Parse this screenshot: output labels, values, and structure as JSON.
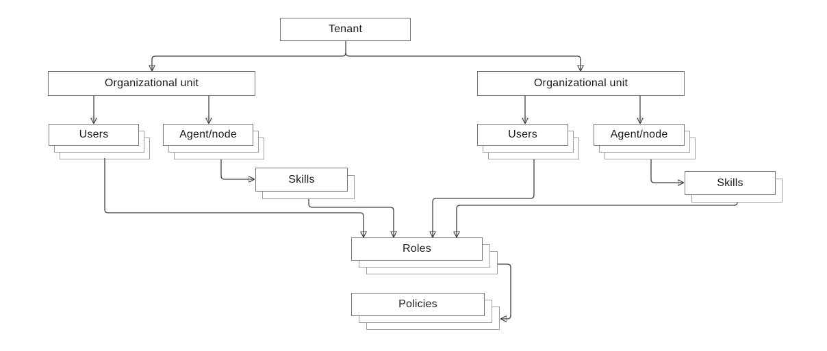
{
  "diagram": {
    "type": "hierarchy-diagram",
    "nodes": {
      "tenant": {
        "label": "Tenant",
        "stacked": false
      },
      "org_unit_left": {
        "label": "Organizational unit",
        "stacked": false
      },
      "org_unit_right": {
        "label": "Organizational unit",
        "stacked": false
      },
      "users_left": {
        "label": "Users",
        "stacked": true
      },
      "agent_node_left": {
        "label": "Agent/node",
        "stacked": true
      },
      "skills_left": {
        "label": "Skills",
        "stacked": true
      },
      "users_right": {
        "label": "Users",
        "stacked": true
      },
      "agent_node_right": {
        "label": "Agent/node",
        "stacked": true
      },
      "skills_right": {
        "label": "Skills",
        "stacked": true
      },
      "roles": {
        "label": "Roles",
        "stacked": true
      },
      "policies": {
        "label": "Policies",
        "stacked": true
      }
    },
    "edges": [
      {
        "from": "tenant",
        "to": "org_unit_left"
      },
      {
        "from": "tenant",
        "to": "org_unit_right"
      },
      {
        "from": "org_unit_left",
        "to": "users_left"
      },
      {
        "from": "org_unit_left",
        "to": "agent_node_left"
      },
      {
        "from": "org_unit_right",
        "to": "users_right"
      },
      {
        "from": "org_unit_right",
        "to": "agent_node_right"
      },
      {
        "from": "agent_node_left",
        "to": "skills_left"
      },
      {
        "from": "agent_node_right",
        "to": "skills_right"
      },
      {
        "from": "users_left",
        "to": "roles"
      },
      {
        "from": "skills_left",
        "to": "roles"
      },
      {
        "from": "users_right",
        "to": "roles"
      },
      {
        "from": "skills_right",
        "to": "roles"
      },
      {
        "from": "roles",
        "to": "policies"
      }
    ],
    "colors": {
      "connector": "#404040",
      "box_border": "#757575",
      "stack_border": "#9e9e9e",
      "box_fill": "#ffffff",
      "text": "#1a1a1a",
      "background": "#ffffff"
    }
  }
}
